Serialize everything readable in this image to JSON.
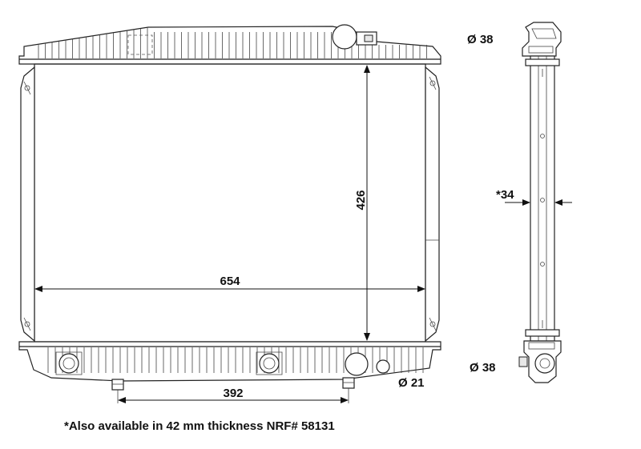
{
  "dimensions": {
    "width": "654",
    "height": "426",
    "thickness": "*34",
    "inlet_diameter": "Ø 38",
    "outlet_diameter": "Ø 38",
    "drain_diameter": "Ø 21",
    "mount_spacing": "392"
  },
  "note": "*Also available in 42 mm thickness NRF# 58131"
}
